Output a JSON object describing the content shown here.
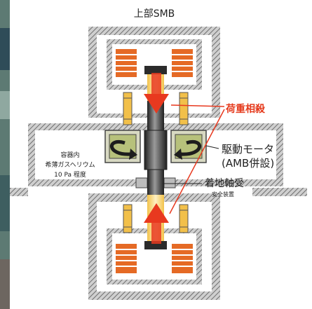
{
  "labels": {
    "top": "上部SMB",
    "load_cancel": "荷重相殺",
    "motor": "駆動モータ",
    "motor_sub": "(AMB併設)",
    "vessel_1": "容器内",
    "vessel_2": "希薄ガスヘリウム",
    "vessel_3": "10 Pa 程度",
    "landing": "着地軸受",
    "landing_sub": "安全装置"
  },
  "colors": {
    "accent_red": "#e8391f",
    "label_red": "#e53a1c",
    "coil_orange": "#e56a25",
    "hatch": "#7a7a7a",
    "shaft": "#3a3a3a",
    "motor_green": "#b7c17b"
  }
}
